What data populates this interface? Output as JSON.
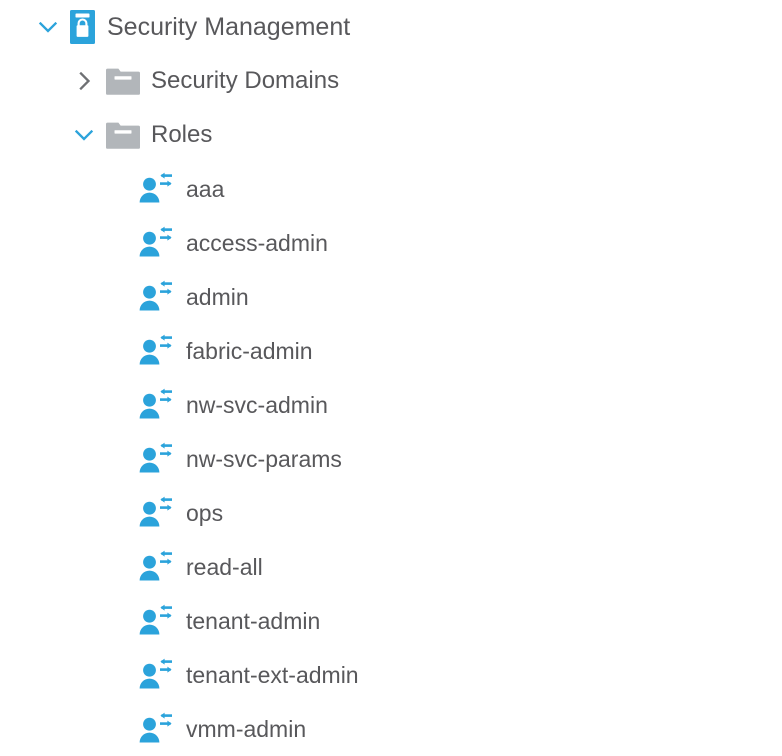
{
  "tree": {
    "root": {
      "label": "Security Management",
      "icon": "lock-icon",
      "expanded": true,
      "chevron": "chevron-down-icon"
    },
    "groups": [
      {
        "label": "Security Domains",
        "icon": "folder-icon",
        "expanded": false,
        "chevron": "chevron-right-icon",
        "children": []
      },
      {
        "label": "Roles",
        "icon": "folder-icon",
        "expanded": true,
        "chevron": "chevron-down-icon",
        "children": [
          {
            "label": "aaa",
            "icon": "role-icon"
          },
          {
            "label": "access-admin",
            "icon": "role-icon"
          },
          {
            "label": "admin",
            "icon": "role-icon"
          },
          {
            "label": "fabric-admin",
            "icon": "role-icon"
          },
          {
            "label": "nw-svc-admin",
            "icon": "role-icon"
          },
          {
            "label": "nw-svc-params",
            "icon": "role-icon"
          },
          {
            "label": "ops",
            "icon": "role-icon"
          },
          {
            "label": "read-all",
            "icon": "role-icon"
          },
          {
            "label": "tenant-admin",
            "icon": "role-icon"
          },
          {
            "label": "tenant-ext-admin",
            "icon": "role-icon"
          },
          {
            "label": "vmm-admin",
            "icon": "role-icon"
          }
        ]
      }
    ]
  },
  "colors": {
    "accent_blue": "#2BA3DB",
    "folder_grey": "#B2B6BA",
    "text_grey": "#58585B",
    "chevron_collapsed": "#6E7073",
    "background": "#FFFFFF"
  }
}
